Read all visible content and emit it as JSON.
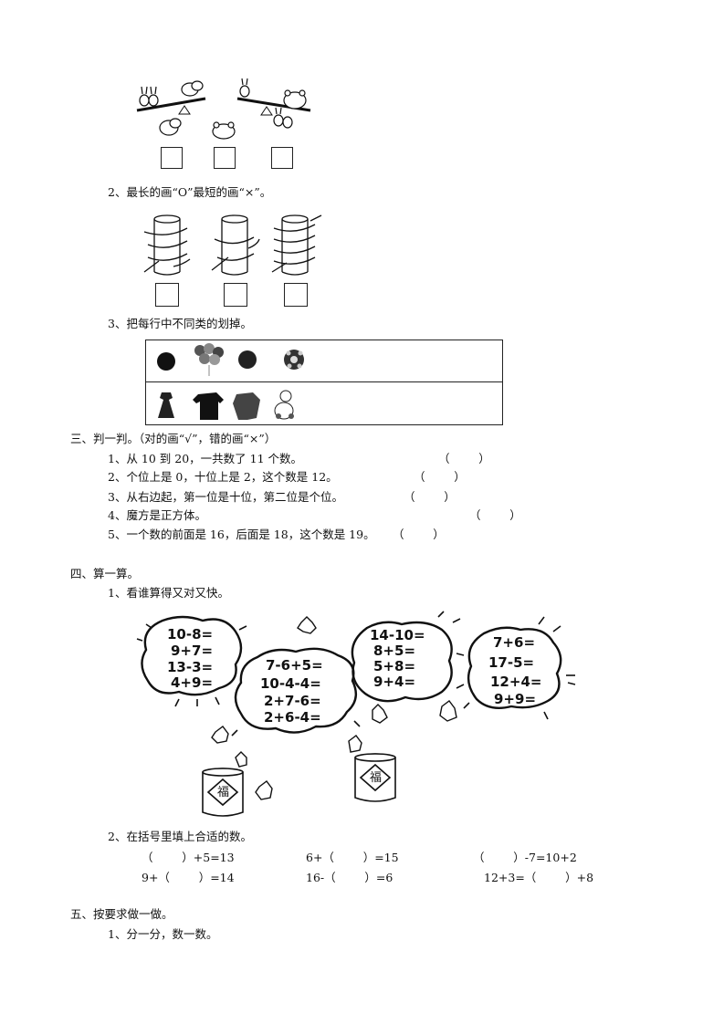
{
  "part2": {
    "q2": "2、最长的画“O”最短的画“×”。",
    "q3": "3、把每行中不同类的划掉。"
  },
  "part3": {
    "title": "三、判一判。（对的画“√”，错的画“×”）",
    "items": [
      {
        "text": "1、从 10 到 20，一共数了 11 个数。",
        "bracket": "（        ）"
      },
      {
        "text": "2、个位上是 0，十位上是 2，这个数是 12。",
        "bracket": "（        ）"
      },
      {
        "text": "3、从右边起，第一位是十位，第二位是个位。",
        "bracket": "（        ）"
      },
      {
        "text": "4、魔方是正方体。",
        "bracket": "（        ）"
      },
      {
        "text": "5、一个数的前面是 16，后面是 18，这个数是 19。",
        "bracket": "（        ）"
      }
    ]
  },
  "part4": {
    "title": "四、算一算。",
    "q1": "1、看谁算得又对又快。",
    "clouds": [
      [
        "10-8=",
        "9+7=",
        "13-3=",
        "4+9="
      ],
      [
        "7-6+5=",
        "10-4-4=",
        "2+7-6=",
        "2+6-4="
      ],
      [
        "14-10=",
        "8+5=",
        "5+8=",
        "9+4="
      ],
      [
        "7+6=",
        "17-5=",
        "12+4=",
        "9+9="
      ]
    ],
    "fu": "福",
    "q2": "2、在括号里填上合适的数。",
    "fill_row1": [
      "（        ）+5=13",
      "6+（        ）=15",
      "（        ）-7=10+2"
    ],
    "fill_row2": [
      "9+（        ）=14",
      "16-（        ）=6",
      "12+3=（        ）+8"
    ]
  },
  "part5": {
    "title": "五、按要求做一做。",
    "q1": "1、分一分，数一数。"
  }
}
